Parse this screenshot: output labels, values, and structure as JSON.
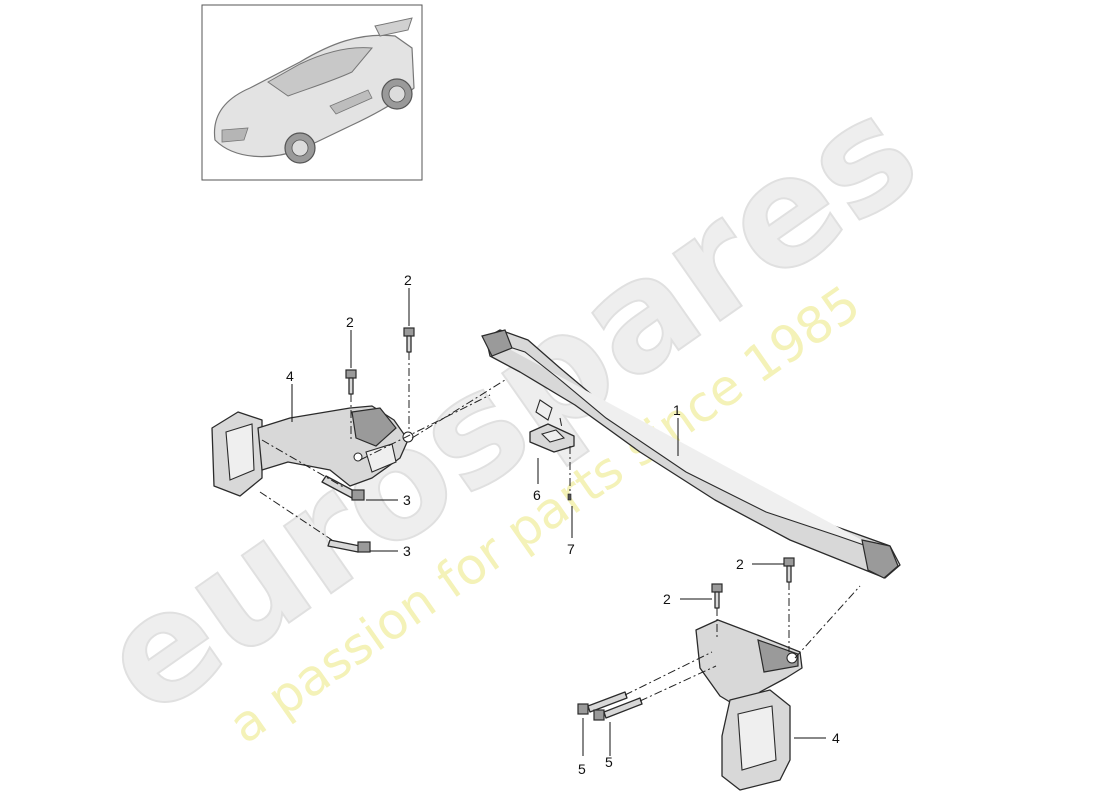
{
  "watermark": {
    "brand": "eurospares",
    "tagline": "a passion for parts since 1985"
  },
  "thumbnail": {
    "icon": "sports-coupe-car-icon"
  },
  "callouts": [
    {
      "id": "c1",
      "label": "1"
    },
    {
      "id": "c2a",
      "label": "2"
    },
    {
      "id": "c2b",
      "label": "2"
    },
    {
      "id": "c2c",
      "label": "2"
    },
    {
      "id": "c2d",
      "label": "2"
    },
    {
      "id": "c3a",
      "label": "3"
    },
    {
      "id": "c3b",
      "label": "3"
    },
    {
      "id": "c4a",
      "label": "4"
    },
    {
      "id": "c4b",
      "label": "4"
    },
    {
      "id": "c5a",
      "label": "5"
    },
    {
      "id": "c5b",
      "label": "5"
    },
    {
      "id": "c6",
      "label": "6"
    },
    {
      "id": "c7",
      "label": "7"
    }
  ]
}
